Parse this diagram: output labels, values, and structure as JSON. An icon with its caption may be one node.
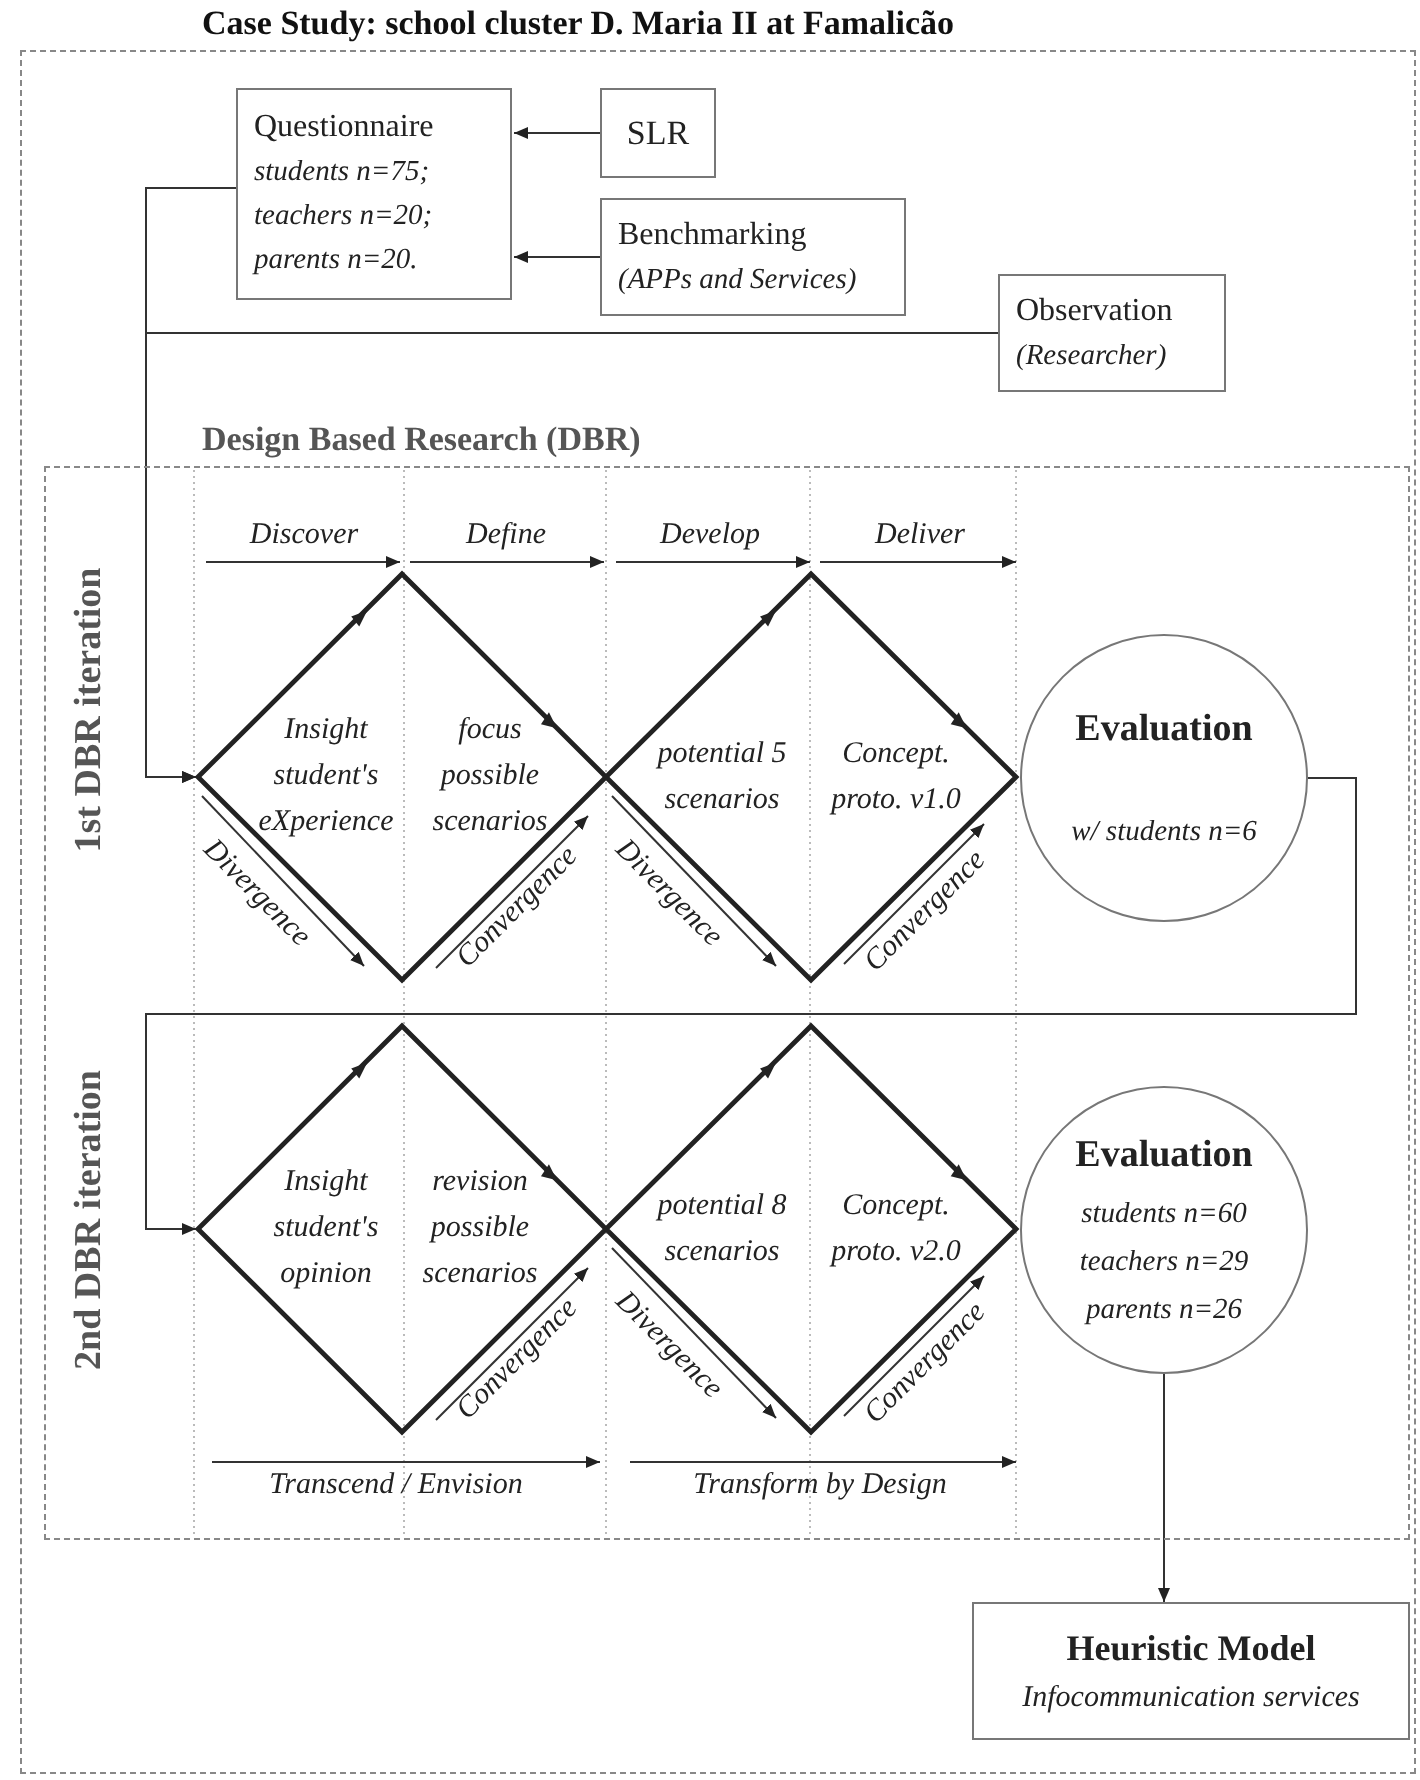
{
  "diagram": {
    "nodes": [
      {
        "text": [
          "Case Study: school cluster D. Maria II at Famalicão"
        ]
      },
      {
        "text": [
          "Questionnaire",
          "students n=75; teachers n=20; parents n=20."
        ],
        "in": 0
      },
      {
        "text": [
          "SLR"
        ],
        "in": 0
      },
      {
        "text": [
          "Benchmarking",
          "(APPs and Services)"
        ],
        "in": 0
      },
      {
        "text": [
          "Observation",
          "(Researcher)"
        ],
        "in": 0
      },
      {
        "text": [
          "Design Based Research (DBR)"
        ],
        "in": 0
      },
      {
        "text": [
          "Insight student's eXperience",
          "focus possible scenarios"
        ],
        "in": 5
      },
      {
        "text": [
          "potential 5 scenarios",
          "Concept. proto. v1.0"
        ],
        "in": 5
      },
      {
        "text": [
          "Evaluation",
          "w/ students n=6"
        ],
        "in": 5
      },
      {
        "text": [
          "Insight student's opinion",
          "revision possible scenarios"
        ],
        "in": 5
      },
      {
        "text": [
          "potential 8 scenarios",
          "Concept. proto. v2.0"
        ],
        "in": 5
      },
      {
        "text": [
          "Evaluation",
          "students n=60 teachers n=29 parents n=26"
        ],
        "in": 5
      },
      {
        "text": [
          "Heuristic Model",
          "Infocommunication services"
        ],
        "in": 0
      }
    ],
    "edges": [
      {
        "from": 2,
        "to": 1,
        "arrow": "to"
      },
      {
        "from": 3,
        "to": 1,
        "arrow": "to"
      },
      {
        "from": 1,
        "to": 6,
        "arrow": "to"
      },
      {
        "from": 4,
        "to": 6,
        "arrow": "to"
      },
      {
        "from": 8,
        "to": 9,
        "arrow": "to"
      },
      {
        "from": 11,
        "to": 12,
        "arrow": "to"
      }
    ],
    "labels": [
      "1st DBR iteration",
      "Discover",
      "Define",
      "Develop",
      "Deliver",
      "Divergence",
      "Convergence",
      "Divergence",
      "Convergence",
      "2nd DBR iteration",
      "Convergence",
      "Divergence",
      "Convergence",
      "Transcend / Envision",
      "Transform by Design"
    ]
  }
}
